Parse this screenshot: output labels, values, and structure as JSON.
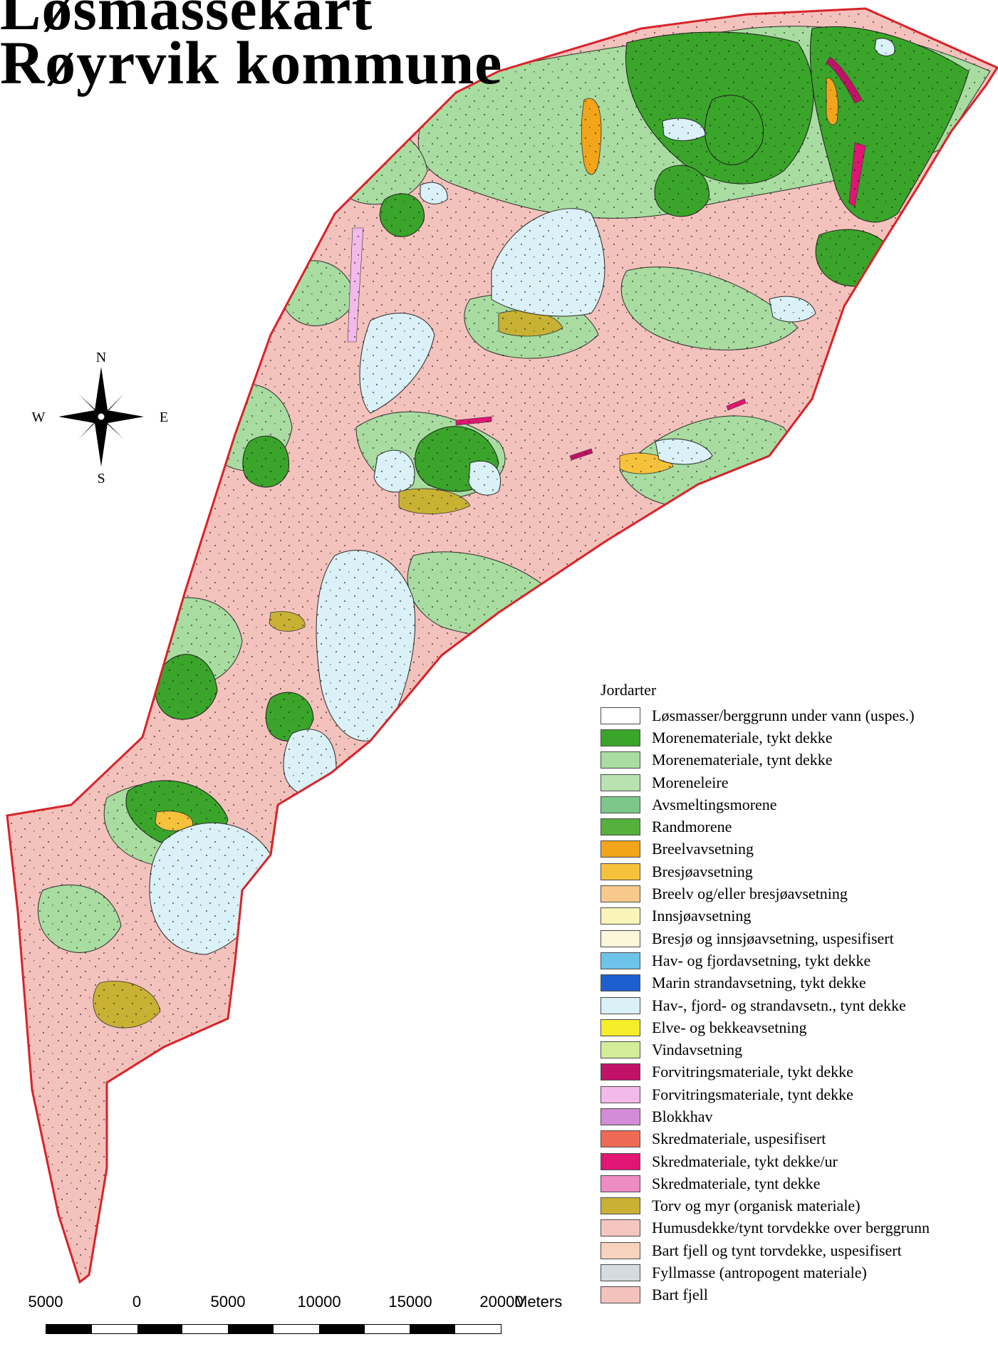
{
  "title": {
    "line1": "Løsmassekart",
    "line2": "Røyrvik kommune"
  },
  "compass": {
    "n": "N",
    "s": "S",
    "e": "E",
    "w": "W"
  },
  "legend": {
    "title": "Jordarter",
    "items": [
      {
        "label": "Løsmasser/berggrunn under vann (uspes.)",
        "color": "#ffffff"
      },
      {
        "label": "Morenemateriale, tykt dekke",
        "color": "#3aa52a"
      },
      {
        "label": "Morenemateriale, tynt dekke",
        "color": "#a8dca0"
      },
      {
        "label": "Moreneleire",
        "color": "#b8e3b0"
      },
      {
        "label": "Avsmeltingsmorene",
        "color": "#7cc88a"
      },
      {
        "label": "Randmorene",
        "color": "#55b03c"
      },
      {
        "label": "Breelvavsetning",
        "color": "#f2a51a"
      },
      {
        "label": "Bresjøavsetning",
        "color": "#f7c23b"
      },
      {
        "label": "Breelv og/eller bresjøavsetning",
        "color": "#f7c98a"
      },
      {
        "label": "Innsjøavsetning",
        "color": "#fbf4b8"
      },
      {
        "label": "Bresjø og innsjøavsetning, uspesifisert",
        "color": "#fdf7da"
      },
      {
        "label": "Hav- og fjordavsetning, tykt dekke",
        "color": "#6ec3ea"
      },
      {
        "label": "Marin strandavsetning, tykt dekke",
        "color": "#1e5fd0"
      },
      {
        "label": "Hav-, fjord- og strandavsetn., tynt dekke",
        "color": "#d9f1f7"
      },
      {
        "label": "Elve- og bekkeavsetning",
        "color": "#f6ee2a"
      },
      {
        "label": "Vindavsetning",
        "color": "#d2ee9a"
      },
      {
        "label": "Forvitringsmateriale, tykt dekke",
        "color": "#c21267"
      },
      {
        "label": "Forvitringsmateriale, tynt dekke",
        "color": "#f3b9ea"
      },
      {
        "label": "Blokkhav",
        "color": "#d38cd8"
      },
      {
        "label": "Skredmateriale, uspesifisert",
        "color": "#ee6a55"
      },
      {
        "label": "Skredmateriale, tykt dekke/ur",
        "color": "#e01574"
      },
      {
        "label": "Skredmateriale,  tynt dekke",
        "color": "#ee8cc4"
      },
      {
        "label": "Torv og myr (organisk materiale)",
        "color": "#c9b134"
      },
      {
        "label": "Humusdekke/tynt torvdekke over berggrunn",
        "color": "#f5c6c0"
      },
      {
        "label": "Bart fjell og tynt torvdekke, uspesifisert",
        "color": "#f7d3bd"
      },
      {
        "label": "Fyllmasse (antropogent materiale)",
        "color": "#d5dbe0"
      },
      {
        "label": "Bart fjell",
        "color": "#f4c2bc"
      }
    ]
  },
  "scale": {
    "labels": [
      "5000",
      "0",
      "5000",
      "10000",
      "15000",
      "20000"
    ],
    "unit": "Meters"
  }
}
